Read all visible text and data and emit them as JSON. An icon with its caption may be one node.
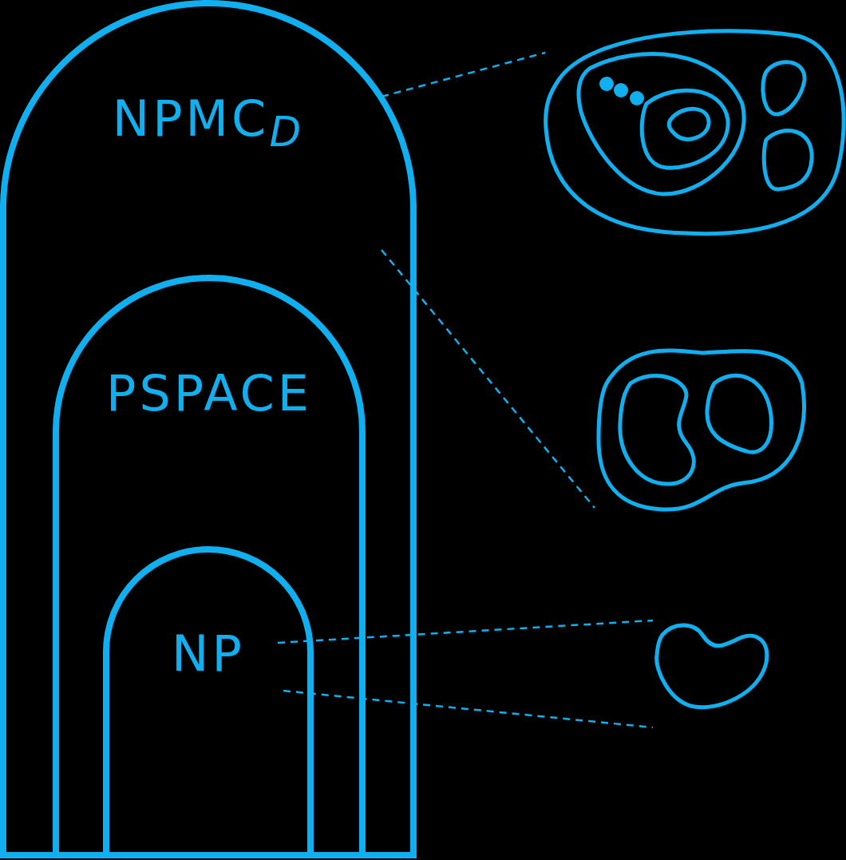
{
  "diagram": {
    "nodes": [
      {
        "text": [
          "NPMC$_{D}$"
        ]
      },
      {
        "text": [
          "PSPACE"
        ],
        "in": 0
      },
      {
        "text": [
          "NP"
        ],
        "in": 1
      },
      {
        "text": [],
        "shape": "picture"
      },
      {
        "text": [],
        "shape": "picture"
      },
      {
        "text": [],
        "shape": "picture"
      }
    ],
    "edges": [
      {
        "from": 0,
        "to": 3,
        "arrow": "none",
        "style": "dashed"
      },
      {
        "from": 0,
        "to": 4,
        "arrow": "none",
        "style": "dashed"
      },
      {
        "from": 2,
        "to": 5,
        "arrow": "none",
        "style": "dashed"
      },
      {
        "from": 2,
        "to": 5,
        "arrow": "none",
        "style": "dashed"
      }
    ]
  }
}
